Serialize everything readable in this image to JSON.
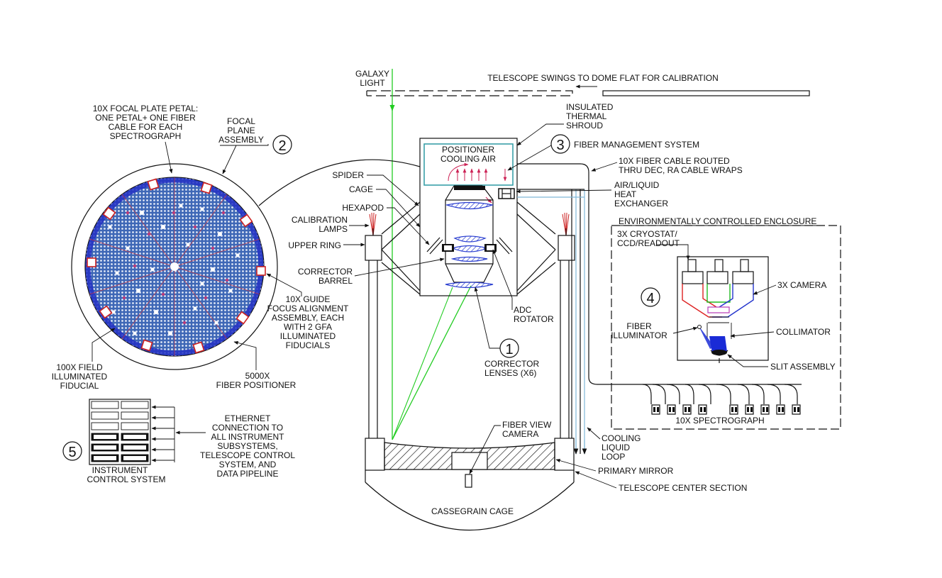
{
  "labels": {
    "galaxy_light": [
      "GALAXY",
      "LIGHT"
    ],
    "dome_flat": "TELESCOPE SWINGS TO DOME FLAT FOR CALIBRATION",
    "petal": [
      "10X FOCAL PLATE PETAL:",
      "ONE PETAL+ ONE FIBER",
      "CABLE FOR EACH",
      "SPECTROGRAPH"
    ],
    "focal_plane": [
      "FOCAL",
      "PLANE",
      "ASSEMBLY"
    ],
    "insulated": [
      "INSULATED",
      "THERMAL",
      "SHROUD"
    ],
    "positioner_air": [
      "POSITIONER",
      "COOLING AIR"
    ],
    "fiber_mgmt": "FIBER MANAGEMENT SYSTEM",
    "fiber_cable": [
      "10X FIBER CABLE ROUTED",
      "THRU DEC, RA CABLE WRAPS"
    ],
    "spider": "SPIDER",
    "cage": "CAGE",
    "hexapod": "HEXAPOD",
    "calib_lamps": [
      "CALIBRATION",
      "LAMPS"
    ],
    "upper_ring": "UPPER RING",
    "corrector_barrel": [
      "CORRECTOR",
      "BARREL"
    ],
    "air_liquid": [
      "AIR/LIQUID",
      "HEAT",
      "EXCHANGER"
    ],
    "env_enclosure": "ENVIRONMENTALLY CONTROLLED ENCLOSURE",
    "cryostat": [
      "3X CRYOSTAT/",
      "CCD/READOUT"
    ],
    "camera": "3X CAMERA",
    "fiber_illum": [
      "FIBER",
      "ILLUMINATOR"
    ],
    "collimator": "COLLIMATOR",
    "slit": "SLIT ASSEMBLY",
    "spectrograph": "10X SPECTROGRAPH",
    "guide": [
      "10X GUIDE",
      "FOCUS ALIGNMENT",
      "ASSEMBLY, EACH",
      "WITH 2 GFA",
      "ILLUMINATED",
      "FIDUCIALS"
    ],
    "field_fid": [
      "100X FIELD",
      "ILLUMINATED",
      "FIDUCIAL"
    ],
    "positioners": [
      "5000X",
      "FIBER POSITIONER"
    ],
    "adc": [
      "ADC",
      "ROTATOR"
    ],
    "corrector_lenses": [
      "CORRECTOR",
      "LENSES (X6)"
    ],
    "ethernet": [
      "ETHERNET",
      "CONNECTION TO",
      "ALL INSTRUMENT",
      "SUBSYSTEMS,",
      "TELESCOPE CONTROL",
      "SYSTEM, AND",
      "DATA PIPELINE"
    ],
    "ics": [
      "INSTRUMENT",
      "CONTROL SYSTEM"
    ],
    "fiber_view": [
      "FIBER VIEW",
      "CAMERA"
    ],
    "cooling_loop": [
      "COOLING",
      "LIQUID",
      "LOOP"
    ],
    "primary_mirror": "PRIMARY MIRROR",
    "center_section": "TELESCOPE CENTER SECTION",
    "cassegrain": "CASSEGRAIN CAGE"
  },
  "callouts": [
    "1",
    "2",
    "3",
    "4",
    "5"
  ],
  "colors": {
    "focal_plate_fill": "#3e67b6",
    "positioner_dots": "#2431c4",
    "galaxy_beam": "#22cc22",
    "lens_hatch": "#2b3fd0",
    "red_channel": "#dd2222",
    "green_channel": "#22bb22",
    "blue_channel": "#2233cc",
    "slit_beam": "#1a2bd6",
    "cooling_pipe": "#7fb7d8",
    "lamp_wires": "#cc2222",
    "fiber_arrows": "#cc2255",
    "petal_outline": "#d83030"
  }
}
